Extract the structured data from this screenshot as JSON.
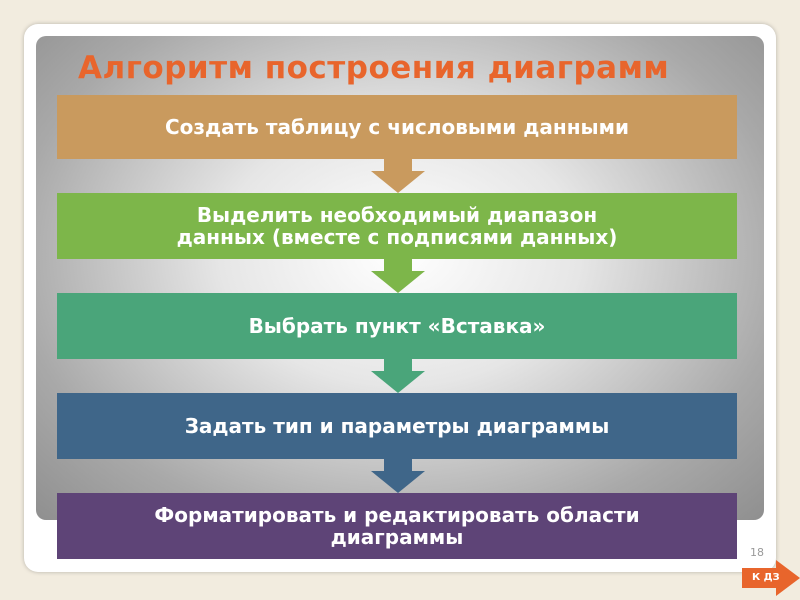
{
  "title": "Алгоритм построения диаграмм",
  "steps": [
    {
      "text": "Создать таблицу с числовыми данными",
      "color": "#c99a5e"
    },
    {
      "text": "Выделить необходимый диапазон\nданных (вместе с подписями данных)",
      "color": "#7db64a"
    },
    {
      "text": "Выбрать пункт «Вставка»",
      "color": "#4aa57a"
    },
    {
      "text": "Задать тип и параметры диаграммы",
      "color": "#3f6689"
    },
    {
      "text": "Форматировать и редактировать области\nдиаграммы",
      "color": "#5e4477"
    }
  ],
  "arrow_colors": [
    "#c99a5e",
    "#7db64a",
    "#4aa57a",
    "#3f6689"
  ],
  "page_number": "18",
  "nav_button": {
    "label": "К ДЗ",
    "color": "#e8652c"
  },
  "accent_color": "#e8652c"
}
